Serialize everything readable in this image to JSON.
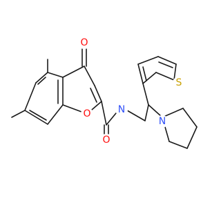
{
  "molecule": {
    "atoms": {
      "o_keto": {
        "label": "O",
        "color": "#ff0d0d"
      },
      "o_ring": {
        "label": "O",
        "color": "#ff0d0d"
      },
      "o_amide": {
        "label": "O",
        "color": "#ff0d0d"
      },
      "n_amide": {
        "label": "N",
        "color": "#3050f8"
      },
      "s_thiophene": {
        "label": "S",
        "color": "#c8a000"
      },
      "n_pyrrolidine": {
        "label": "N",
        "color": "#3050f8"
      }
    },
    "bond_color": "#1a1a1a"
  }
}
